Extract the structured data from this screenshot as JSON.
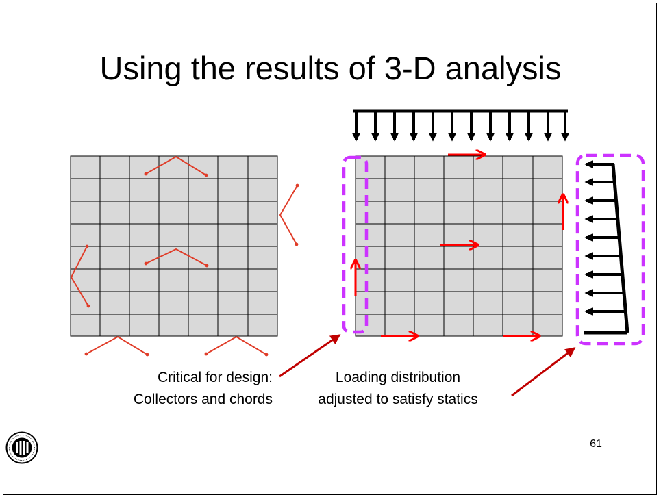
{
  "slide": {
    "title": "Using the results of 3-D analysis",
    "page_number": "61",
    "captions": {
      "left_line1": "Critical for design:",
      "left_line2": "Collectors and chords",
      "right_line1": "Loading distribution",
      "right_line2": "adjusted to satisfy statics"
    },
    "logo": {
      "name": "AISC seal",
      "text": "AMERICAN INSTITUTE OF STEEL CONSTRUCTION",
      "founded": "FOUNDED 1921",
      "monogram": "AISC"
    }
  },
  "colors": {
    "grid_fill": "#d9d9d9",
    "grid_line": "#000000",
    "collector_line": "#e03c28",
    "force_arrow": "#ff0000",
    "pointer_arrow": "#c00000",
    "highlight_box": "#cc33ff",
    "load_arrow": "#000000"
  }
}
